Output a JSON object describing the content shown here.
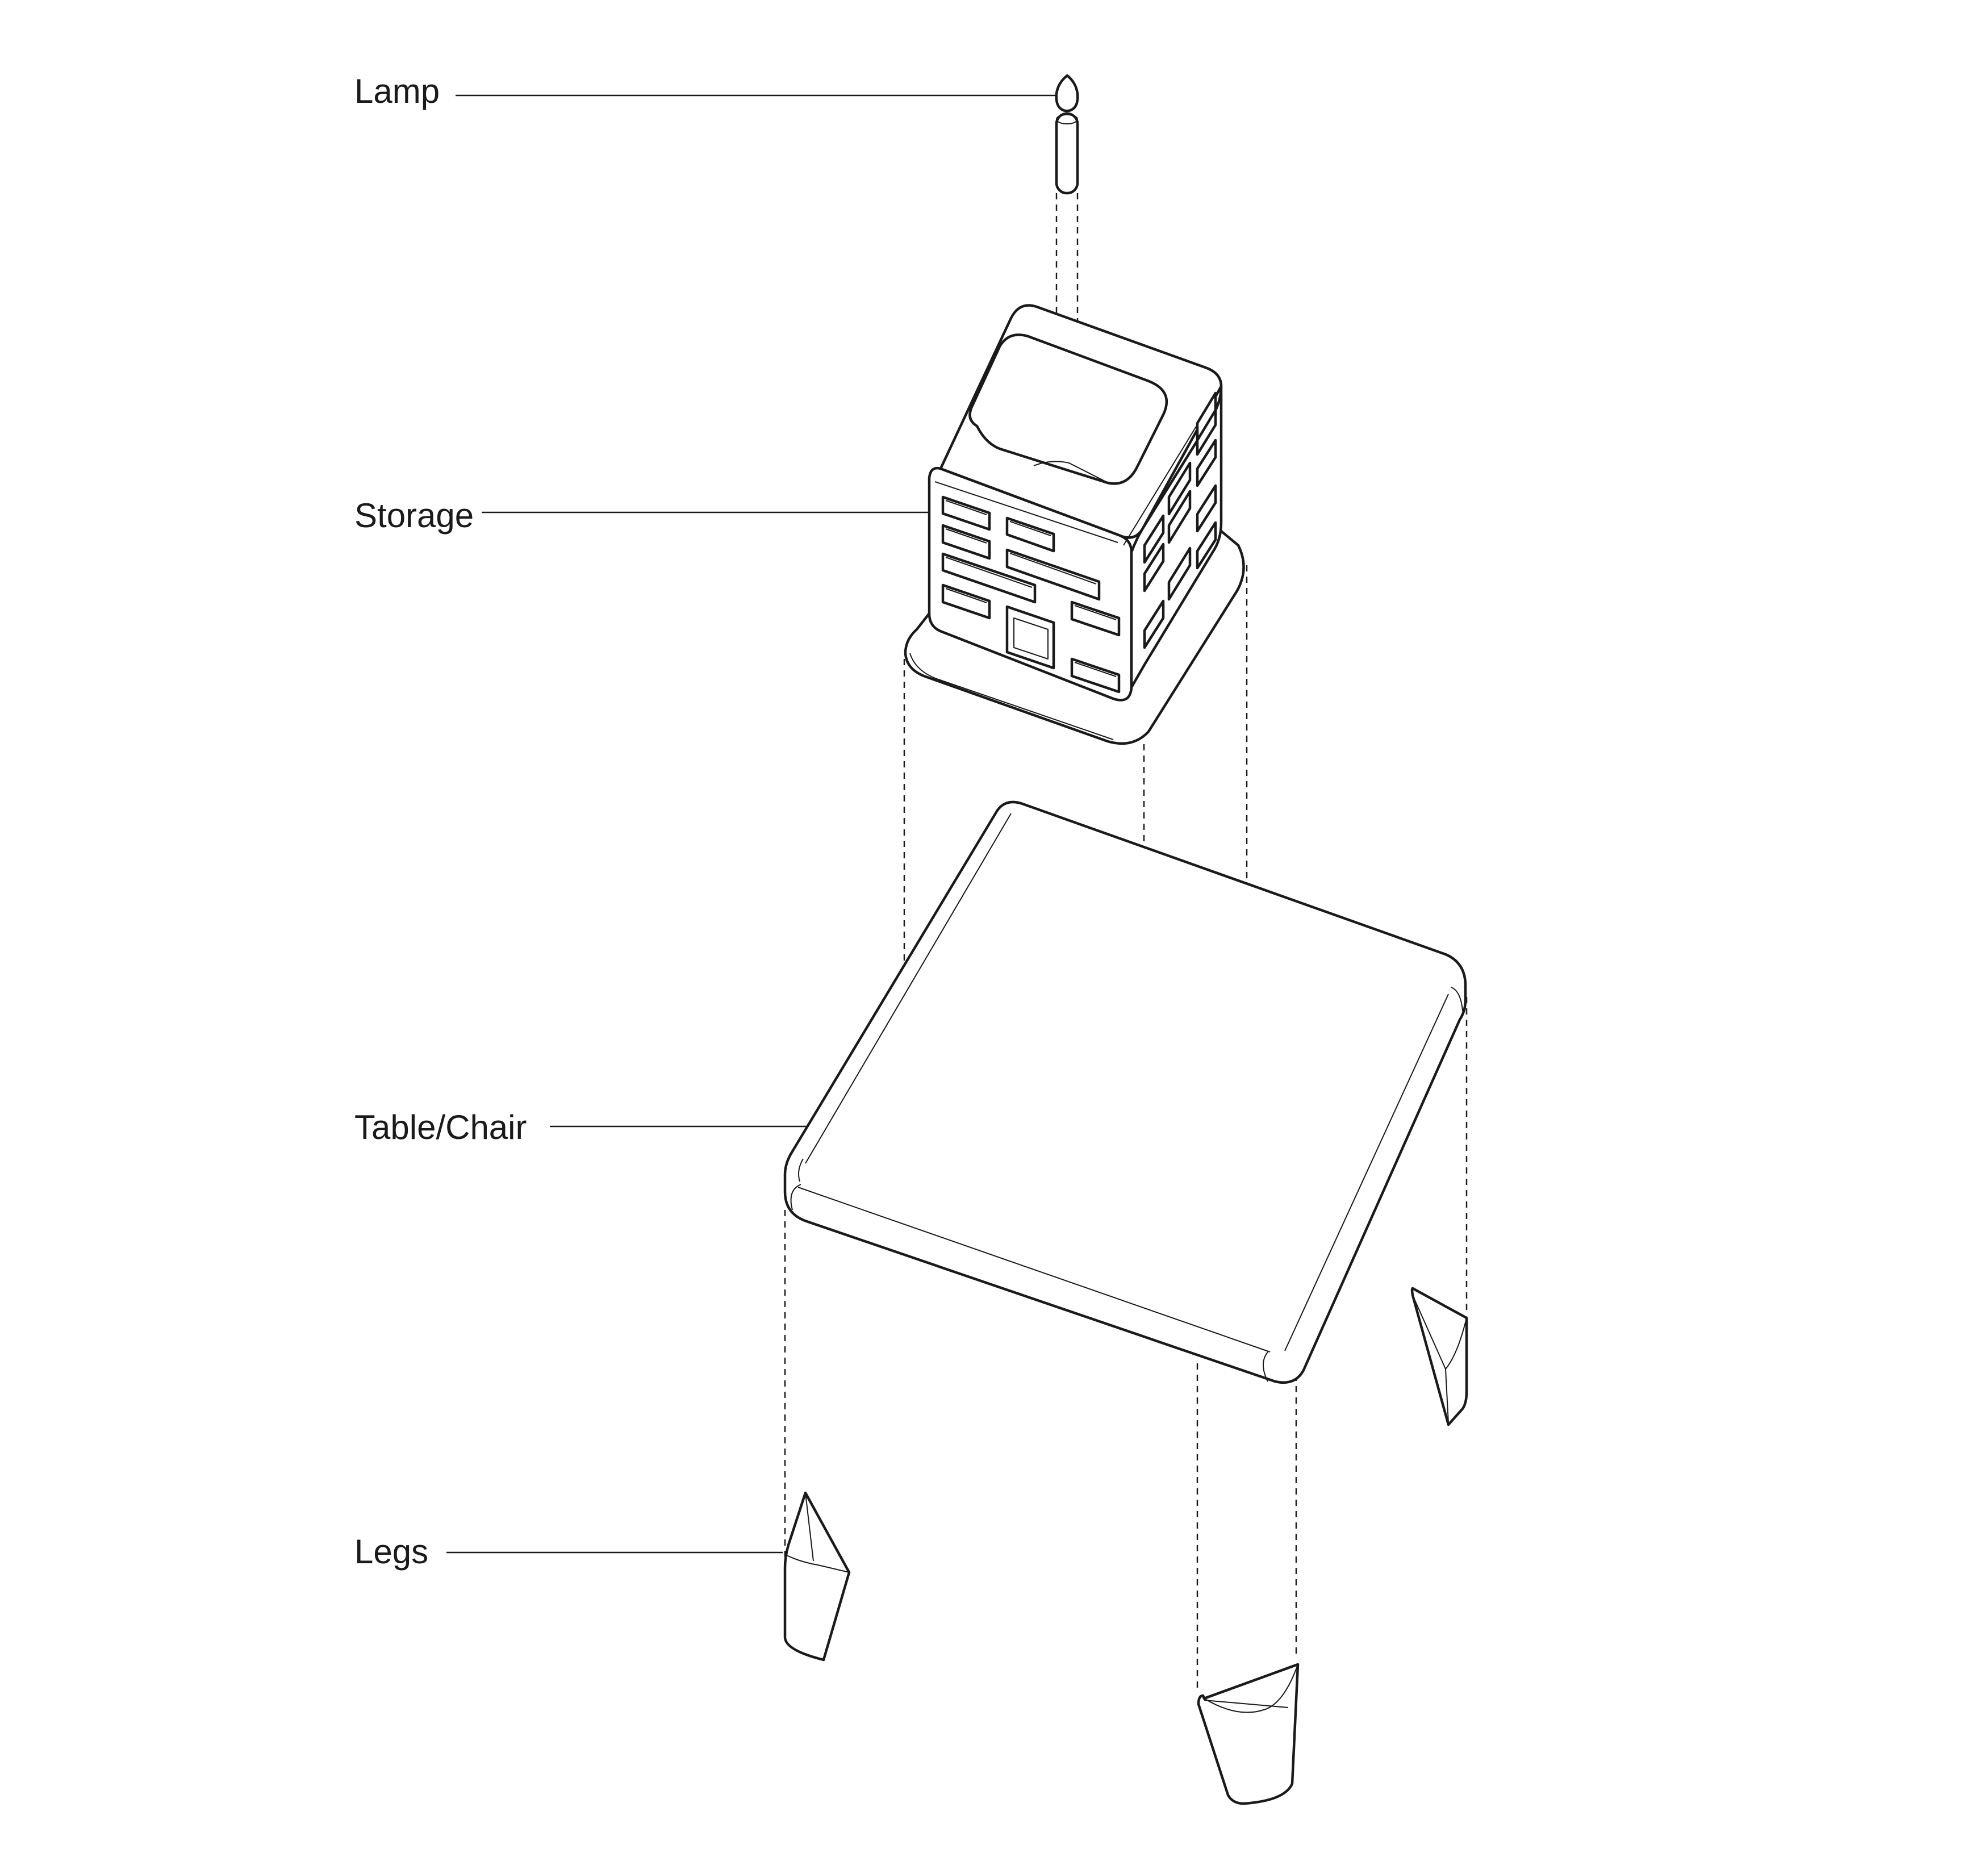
{
  "labels": {
    "lamp": "Lamp",
    "storage": "Storage",
    "table_chair": "Table/Chair",
    "legs": "Legs"
  },
  "colors": {
    "line": "#1a1a1a",
    "background": "#ffffff"
  }
}
